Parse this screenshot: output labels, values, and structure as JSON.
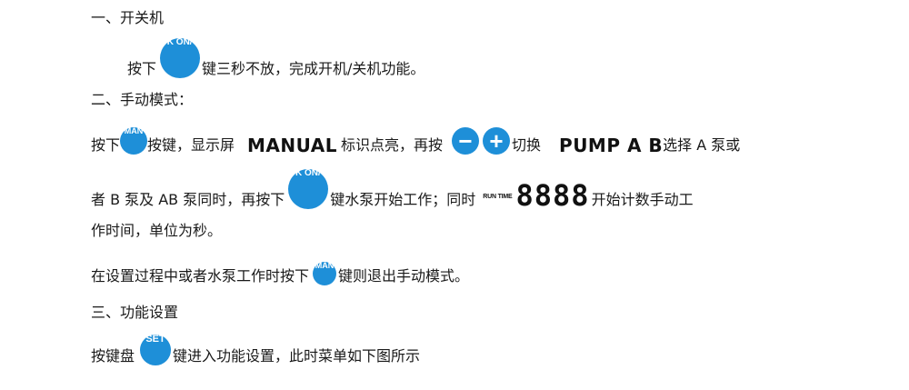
{
  "section1": {
    "title": "一、开关机",
    "line1": {
      "prefix": "按下",
      "suffix": "键三秒不放，完成开机/关机功能。"
    }
  },
  "section2": {
    "title": "二、手动模式：",
    "p1": {
      "a": "按下",
      "b": "按键，显示屏",
      "manual": "MANUAL",
      "c": "标识点亮，再按",
      "d": "切换",
      "pump": "PUMP A B",
      "e": "选择 A 泵或"
    },
    "p2": {
      "a": "者 B 泵及 AB 泵同时，再按下",
      "b": "键水泵开始工作；同时",
      "runtime": "RUN TIME",
      "digits": "8888",
      "c": "开始计数手动工"
    },
    "p3": "作时间，单位为秒。",
    "p4": {
      "a": "在设置过程中或者水泵工作时按下",
      "b": "键则退出手动模式。"
    }
  },
  "section3": {
    "title": "三、功能设置",
    "line1": {
      "a": "按键盘",
      "b": "键进入功能设置，此时菜单如下图所示"
    }
  },
  "buttons": {
    "ok_top": "OK",
    "ok_bottom": "ON/OFF",
    "man": "MAN",
    "set": "SET",
    "minus": "−",
    "plus": "+"
  }
}
